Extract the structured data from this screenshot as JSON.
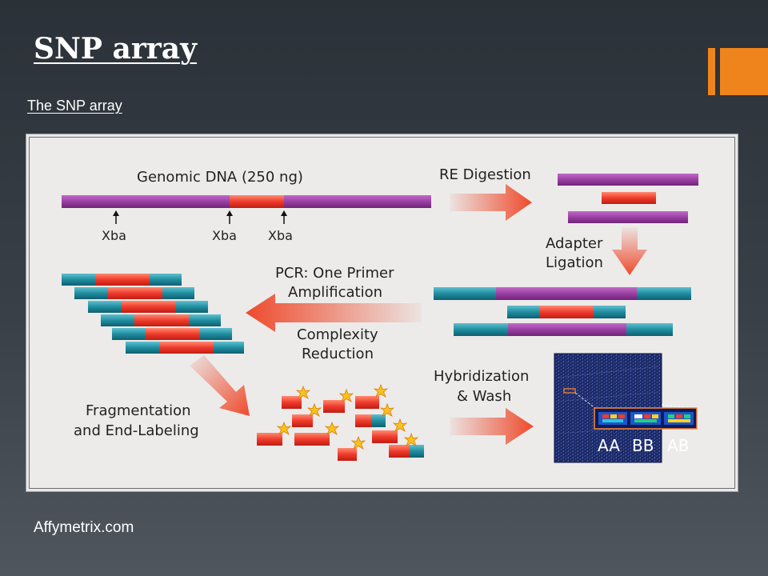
{
  "slide": {
    "title": "SNP array",
    "subtitle": "The SNP array",
    "source": "Affymetrix.com",
    "accent_color": "#f0841c"
  },
  "diagram": {
    "genomic_dna": "Genomic DNA (250 ng)",
    "site_label_1": "Xba",
    "site_label_2": "Xba",
    "site_label_3": "Xba",
    "step_digestion": "RE Digestion",
    "step_adapter_1": "Adapter",
    "step_adapter_2": "Ligation",
    "step_pcr_1": "PCR: One Primer",
    "step_pcr_2": "Amplification",
    "step_complexity_1": "Complexity",
    "step_complexity_2": "Reduction",
    "step_hyb_1": "Hybridization",
    "step_hyb_2": "& Wash",
    "step_frag_1": "Fragmentation",
    "step_frag_2": "and End-Labeling",
    "genotype_aa": "AA",
    "genotype_bb": "BB",
    "genotype_ab": "AB",
    "colors": {
      "purple": "#9b3fa4",
      "red": "#ef3b2c",
      "teal": "#1f8ea0",
      "arrow": "#ee4a2c",
      "chip": "#1b2a66"
    }
  }
}
